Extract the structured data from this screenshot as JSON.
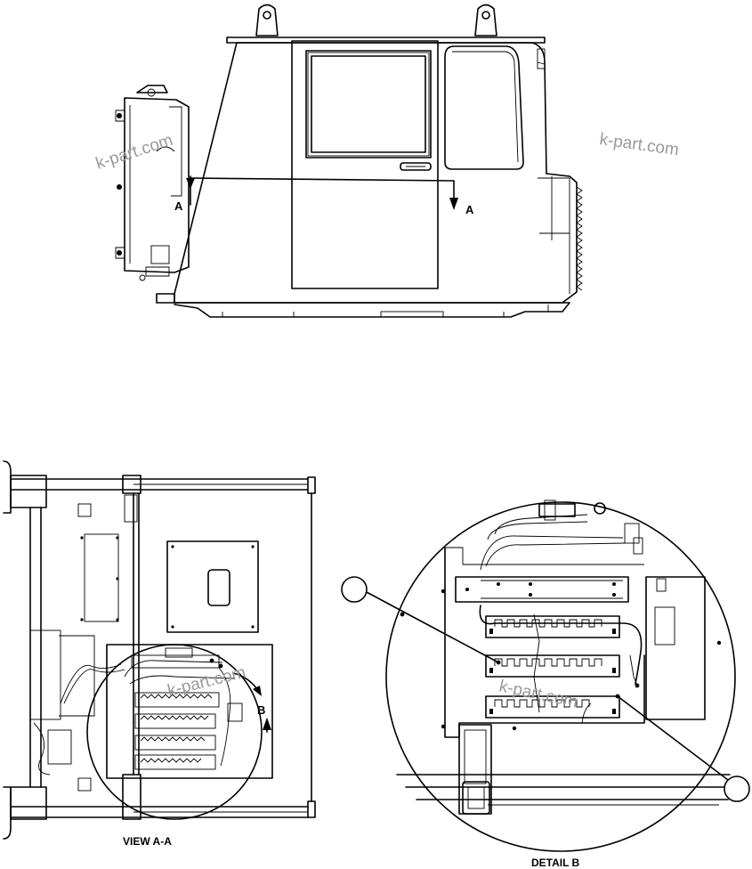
{
  "watermarks": [
    "k-part.com",
    "k-part.com",
    "k-part.com",
    "k-part.com"
  ],
  "section_arrow_labels": [
    "A",
    "A"
  ],
  "view_aa": {
    "caption": "VIEW A-A",
    "detail_marker": "B"
  },
  "detail_b": {
    "caption": "DETAIL B"
  }
}
